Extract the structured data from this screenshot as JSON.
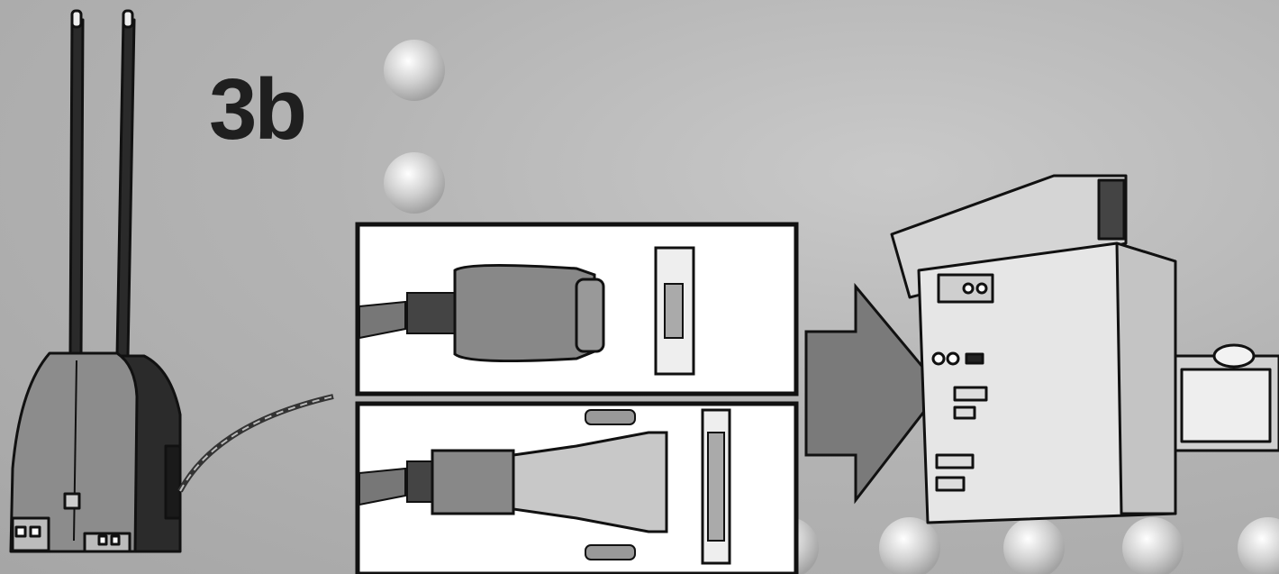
{
  "step_label": "3b",
  "illustration": {
    "receiver": "wireless-receiver-with-two-antennas",
    "panels": [
      "serial-9-pin-connector",
      "serial-25-pin-adapter"
    ],
    "arrow": "right-arrow",
    "target": "desktop-computer"
  },
  "colors": {
    "background": "#b4b4b4",
    "ink": "#1f1f1f",
    "panel_bg": "#ffffff",
    "arrow": "#7a7a7a"
  }
}
